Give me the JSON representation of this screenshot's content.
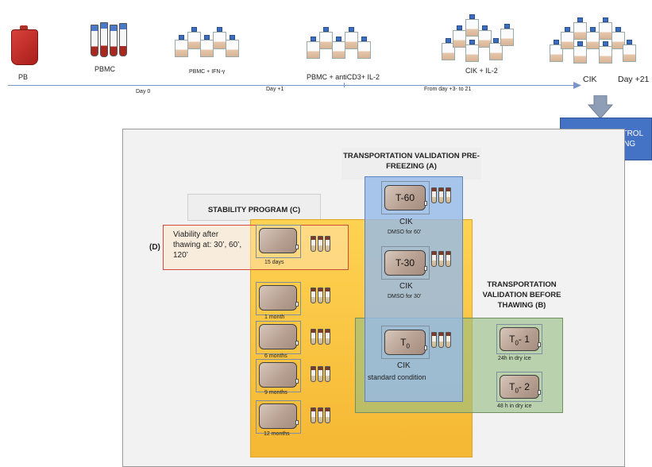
{
  "timeline": {
    "pb": "PB",
    "pbmc": "PBMC",
    "pbmc_ifn": "PBMC + IFN-γ",
    "pbmc_anti": "PBMC + antiCD3+ IL-2",
    "cik_il2": "CIK  + IL-2",
    "cik": "CIK",
    "day21": "Day +21",
    "day0": "Day 0",
    "day1": "Day +1",
    "from_day": "From day +3- to 21"
  },
  "quality_control": "QUALITY CONTROL AND FREEZING",
  "stability": {
    "title": "STABILITY PROGRAM (C)",
    "items": [
      "15 days",
      "1 month",
      "6 months",
      "9 months",
      "12 months"
    ]
  },
  "viability": {
    "tag": "(D)",
    "text": "Viability after thawing at: 30’, 60’, 120’"
  },
  "transport_a": {
    "title": "TRANSPORTATION VALIDATION PRE-FREEZING (A)",
    "bag1": "T-60",
    "cik1": "CIK",
    "dmso1": "DMSO for 60’",
    "bag2": "T-30",
    "cik2": "CIK",
    "dmso2": "DMSO for 30’",
    "bag3": "T",
    "bag3_sub": "0",
    "cik3": "CIK",
    "standard": "standard condition"
  },
  "transport_b": {
    "title": "TRANSPORTATION VALIDATION BEFORE THAWING (B)",
    "bag1_main": "T",
    "bag1_sub": "0",
    "bag1_suffix": "- 1",
    "cond1": "24h in dry ice",
    "bag2_main": "T",
    "bag2_sub": "0",
    "bag2_suffix": "- 2",
    "cond2": "48 h in dry ice"
  },
  "colors": {
    "accent_blue": "#4472c4",
    "blood_red": "#c0392b",
    "stability_yellow": "#f6b52a",
    "transport_a_blue": "#96b9e8",
    "transport_b_green": "#96be82",
    "viability_border": "#d64a3a"
  }
}
